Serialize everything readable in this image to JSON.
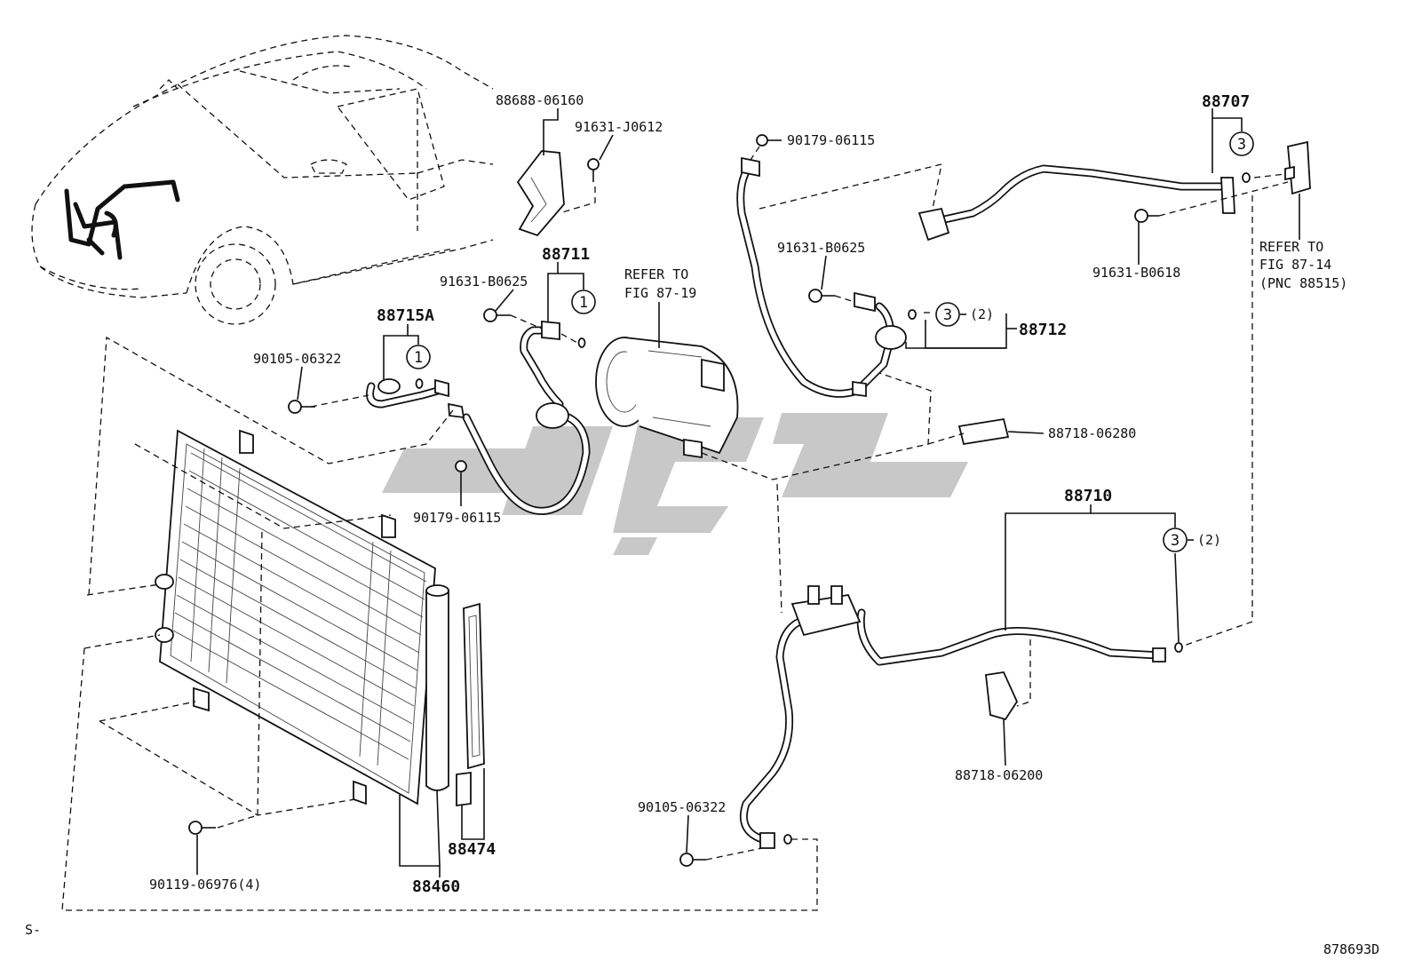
{
  "labels": {
    "p88688_06160": "88688-06160",
    "p91631_J0612": "91631-J0612",
    "p90179_06115_top": "90179-06115",
    "p88707": "88707",
    "refer_87_14_line1": "REFER TO",
    "refer_87_14_line2": "FIG 87-14",
    "refer_87_14_line3": "(PNC 88515)",
    "p91631_B0618": "91631-B0618",
    "p88711": "88711",
    "p91631_B0625_left": "91631-B0625",
    "refer_87_19_line1": "REFER TO",
    "refer_87_19_line2": "FIG 87-19",
    "p91631_B0625_right": "91631-B0625",
    "p88712": "88712",
    "qty_2_88712": "(2)",
    "p88715A": "88715A",
    "p90105_06322_left": "90105-06322",
    "p88718_06280": "88718-06280",
    "p90179_06115_bottom": "90179-06115",
    "p88710": "88710",
    "qty_2_88710": "(2)",
    "p88718_06200": "88718-06200",
    "p90105_06322_bottom": "90105-06322",
    "p88474": "88474",
    "p88460": "88460",
    "p90119_06976": "90119-06976(4)",
    "corner_left": "S-",
    "figure_code": "878693D"
  },
  "callouts": {
    "c1": "1",
    "c3": "3"
  },
  "colors": {
    "ink": "#111111",
    "watermark": "#c8c8c8",
    "background": "#ffffff"
  }
}
